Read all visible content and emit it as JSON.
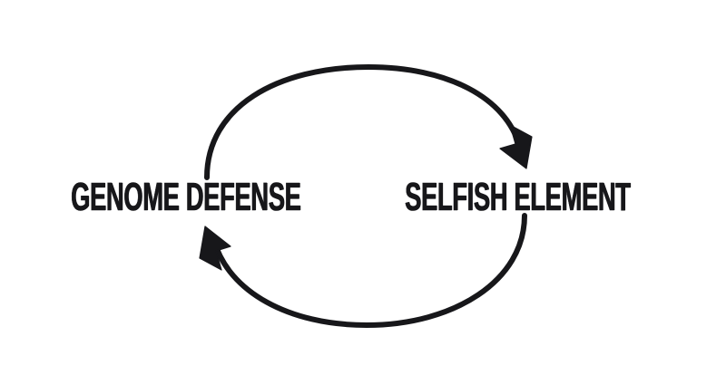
{
  "diagram": {
    "type": "cycle-feedback-loop",
    "title": "",
    "background_color": "#ffffff",
    "stroke_color": "#17171a",
    "nodes": [
      {
        "id": "genome-defense",
        "label": "GENOME DEFENSE",
        "position": "left"
      },
      {
        "id": "selfish-element",
        "label": "SELFISH ELEMENT",
        "position": "right"
      }
    ],
    "arrows": [
      {
        "id": "defense-to-element",
        "from": "genome-defense",
        "to": "selfish-element",
        "path": "upper-arc",
        "direction": "clockwise",
        "arrowhead": "concave-swallowtail",
        "tip": "down-right"
      },
      {
        "id": "element-to-defense",
        "from": "selfish-element",
        "to": "genome-defense",
        "path": "lower-arc",
        "direction": "clockwise",
        "arrowhead": "concave-swallowtail",
        "tip": "up-left"
      }
    ]
  }
}
